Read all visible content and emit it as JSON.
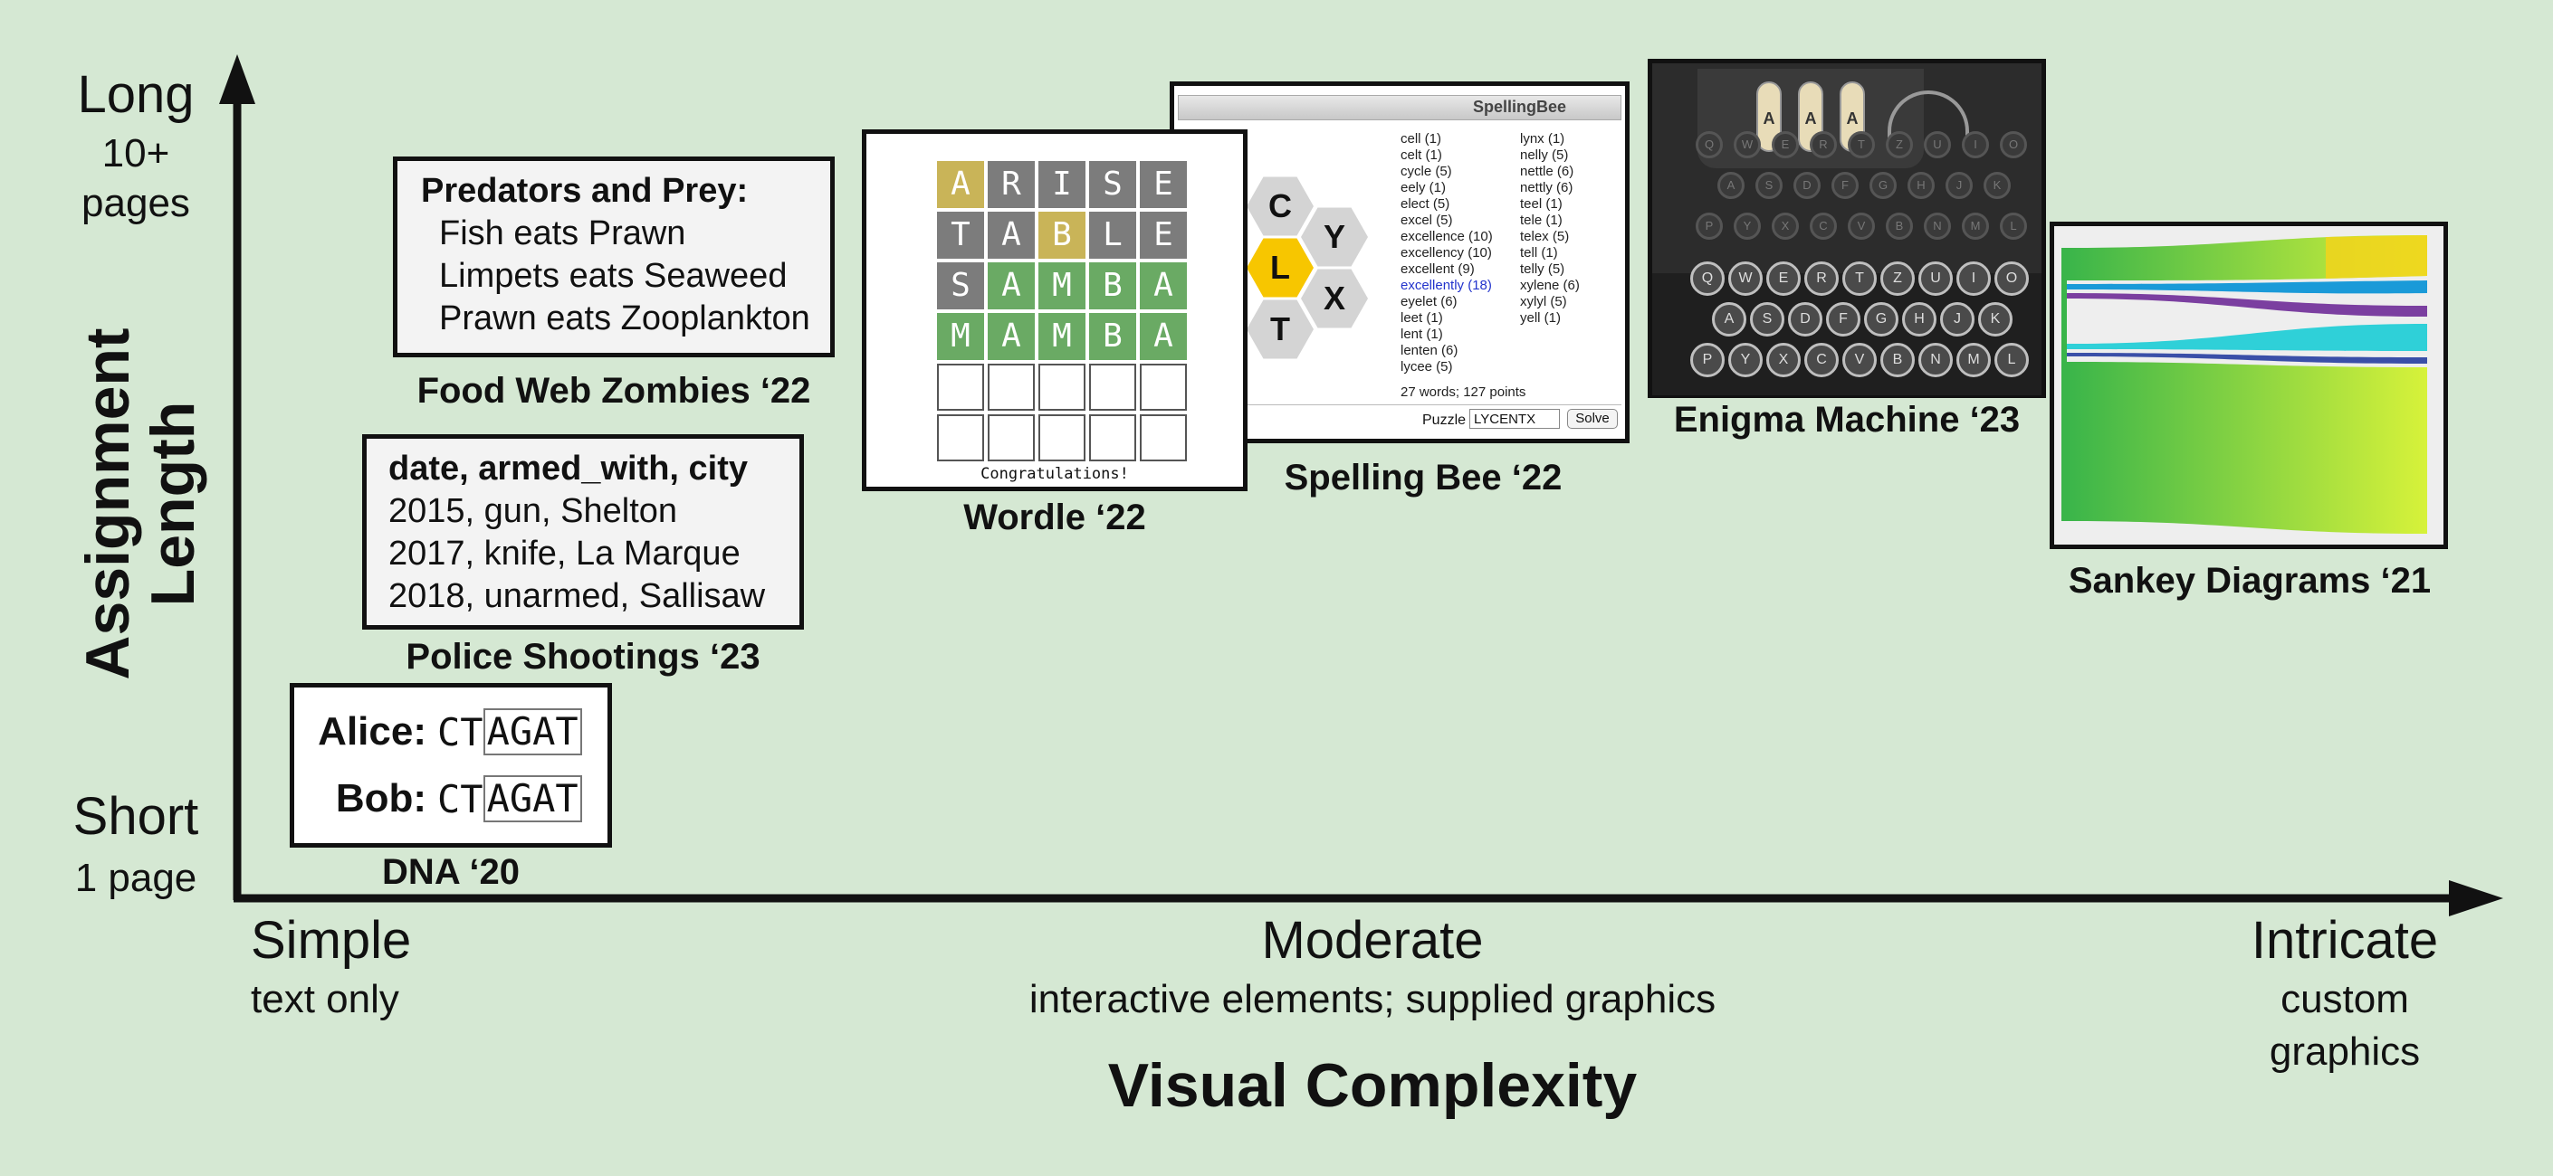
{
  "y_axis": {
    "title_line1": "Assignment",
    "title_line2": "Length",
    "top_main": "Long",
    "top_sub1": "10+",
    "top_sub2": "pages",
    "bottom_main": "Short",
    "bottom_sub": "1 page"
  },
  "x_axis": {
    "title": "Visual Complexity",
    "left_main": "Simple",
    "left_sub": "text only",
    "mid_main": "Moderate",
    "mid_sub": "interactive elements; supplied graphics",
    "right_main": "Intricate",
    "right_sub1": "custom",
    "right_sub2": "graphics"
  },
  "items": {
    "dna": {
      "label": "DNA ‘20",
      "row1_name": "Alice:",
      "row2_name": "Bob:",
      "prefix": "CT",
      "boxed": "AGAT"
    },
    "police": {
      "label": "Police Shootings ‘23",
      "header": "date, armed_with, city",
      "rows": [
        "2015, gun, Shelton",
        "2017, knife, La Marque",
        "2018, unarmed, Sallisaw"
      ]
    },
    "foodweb": {
      "label": "Food Web Zombies ‘22",
      "header": "Predators and Prey:",
      "rows": [
        "Fish eats Prawn",
        "Limpets eats Seaweed",
        "Prawn eats Zooplankton"
      ]
    },
    "wordle": {
      "label": "Wordle ‘22",
      "message": "Congratulations!",
      "rows": [
        {
          "letters": [
            "A",
            "R",
            "I",
            "S",
            "E"
          ],
          "colors": [
            "y",
            "g",
            "g",
            "g",
            "g"
          ]
        },
        {
          "letters": [
            "T",
            "A",
            "B",
            "L",
            "E"
          ],
          "colors": [
            "g",
            "g",
            "y",
            "g",
            "g"
          ]
        },
        {
          "letters": [
            "S",
            "A",
            "M",
            "B",
            "A"
          ],
          "colors": [
            "g",
            "n",
            "n",
            "n",
            "n"
          ]
        },
        {
          "letters": [
            "M",
            "A",
            "M",
            "B",
            "A"
          ],
          "colors": [
            "n",
            "n",
            "n",
            "n",
            "n"
          ]
        }
      ]
    },
    "spellingbee": {
      "label": "Spelling Bee ‘22",
      "title": "SpellingBee",
      "letters": {
        "top": "C",
        "right_top": "Y",
        "center": "L",
        "right_bottom": "X",
        "bottom": "T"
      },
      "words_col1": [
        "cell (1)",
        "celt (1)",
        "cycle (5)",
        "eely (1)",
        "elect (5)",
        "excel (5)",
        "excellence (10)",
        "excellency (10)",
        "excellent (9)",
        "excellently (18)",
        "eyelet (6)",
        "leet (1)",
        "lent (1)",
        "lenten (6)",
        "lycee (5)"
      ],
      "words_col2": [
        "lynx (1)",
        "nelly (5)",
        "nettle (6)",
        "nettly (6)",
        "teel (1)",
        "tele (1)",
        "telex (5)",
        "tell (1)",
        "telly (5)",
        "xylene (6)",
        "xylyl (5)",
        "yell (1)"
      ],
      "summary": "27 words; 127 points",
      "puzzle_label": "Puzzle",
      "puzzle_value": "LYCENTX",
      "solve_label": "Solve"
    },
    "enigma": {
      "label": "Enigma Machine ‘23",
      "rotors": [
        "A",
        "A",
        "A"
      ],
      "row1": [
        "Q",
        "W",
        "E",
        "R",
        "T",
        "Z",
        "U",
        "I",
        "O"
      ],
      "row2": [
        "A",
        "S",
        "D",
        "F",
        "G",
        "H",
        "J",
        "K"
      ],
      "row3": [
        "P",
        "Y",
        "X",
        "C",
        "V",
        "B",
        "N",
        "M",
        "L"
      ]
    },
    "sankey": {
      "label": "Sankey Diagrams ‘21"
    }
  },
  "colors": {
    "background": "#d5e8d3",
    "card": "#f3f3f3",
    "axis": "#111111",
    "wordle_gray": "#7c7c7c",
    "wordle_yellow": "#c9b458",
    "wordle_green": "#6aaa64",
    "bee_center": "#f7c600",
    "bee_outer": "#d4d4d4",
    "sankey_green": "#3ab54a",
    "sankey_yellow": "#d7f23a"
  }
}
